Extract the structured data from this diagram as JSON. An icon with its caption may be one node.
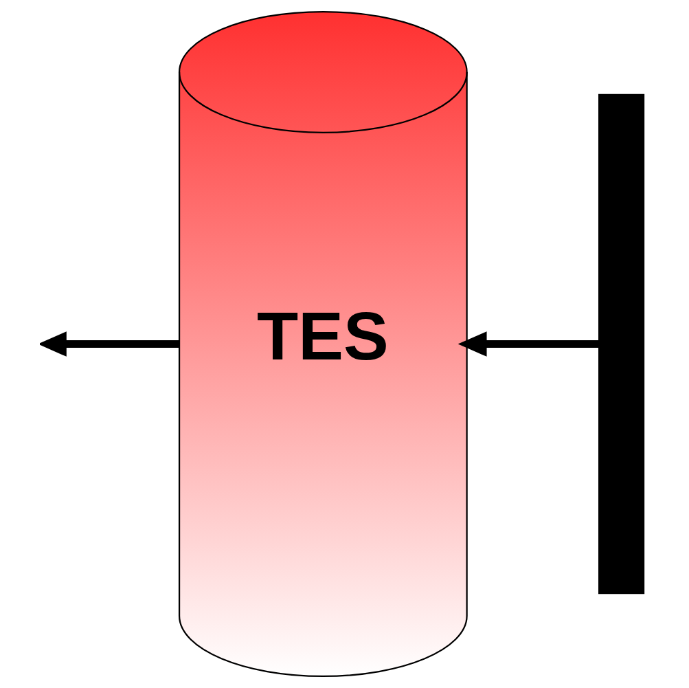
{
  "diagram": {
    "nodes": [
      {
        "text": [
          "TES"
        ]
      },
      {
        "text": [],
        "shape": "bar"
      }
    ],
    "edges": [
      {
        "from": 1,
        "to": 0,
        "arrow": "to"
      },
      {
        "from": 0,
        "to": null,
        "arrow": "to"
      }
    ]
  }
}
